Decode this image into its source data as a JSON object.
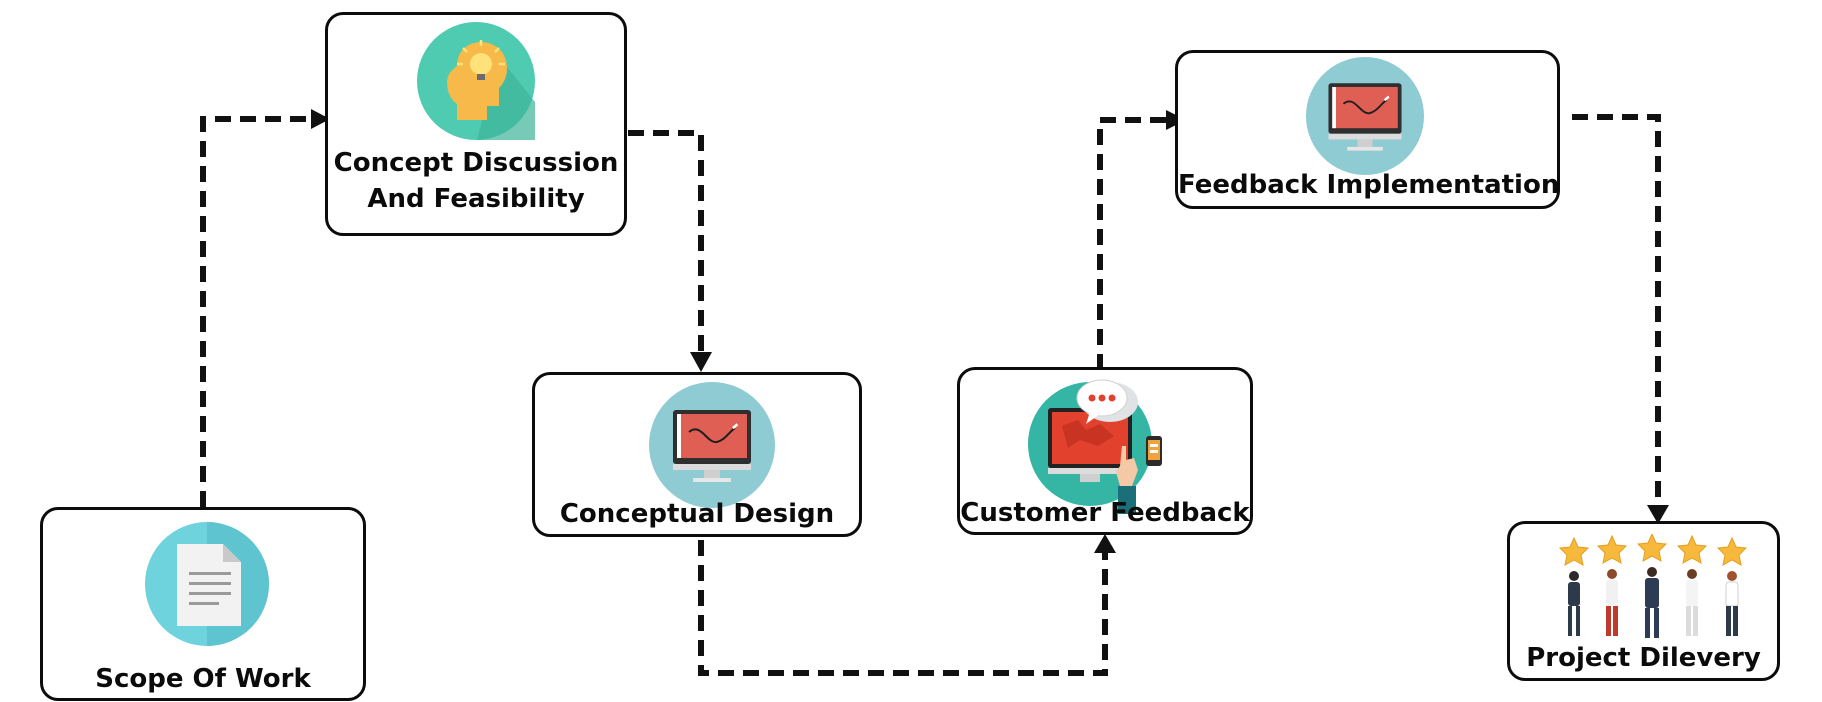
{
  "diagram": {
    "steps": [
      {
        "id": "scope",
        "label": "Scope Of Work",
        "icon": "document-icon"
      },
      {
        "id": "concept",
        "label_lines": [
          "Concept Discussion",
          "And Feasibility"
        ],
        "icon": "idea-head-icon"
      },
      {
        "id": "design",
        "label": "Conceptual Design",
        "icon": "monitor-design-icon"
      },
      {
        "id": "feedback",
        "label": "Customer Feedback",
        "icon": "feedback-chat-icon"
      },
      {
        "id": "implementation",
        "label": "Feedback Implementation",
        "icon": "monitor-design-icon"
      },
      {
        "id": "delivery",
        "label": "Project Dilevery",
        "icon": "rating-stars-people-icon"
      }
    ],
    "connections": [
      {
        "from": "scope",
        "to": "concept",
        "style": "dashed"
      },
      {
        "from": "concept",
        "to": "design",
        "style": "dashed"
      },
      {
        "from": "design",
        "to": "feedback",
        "style": "dashed"
      },
      {
        "from": "feedback",
        "to": "implementation",
        "style": "dashed"
      },
      {
        "from": "implementation",
        "to": "delivery",
        "style": "dashed"
      }
    ],
    "colors": {
      "box_border": "#0c0c0c",
      "connector": "#111111",
      "teal": "#4ecbb0",
      "light_teal": "#8ecbd3",
      "cyan": "#6fd3dd",
      "screen_red": "#e05f55",
      "bulb_yellow": "#f7c23d",
      "star_gold": "#f6b93b"
    }
  }
}
